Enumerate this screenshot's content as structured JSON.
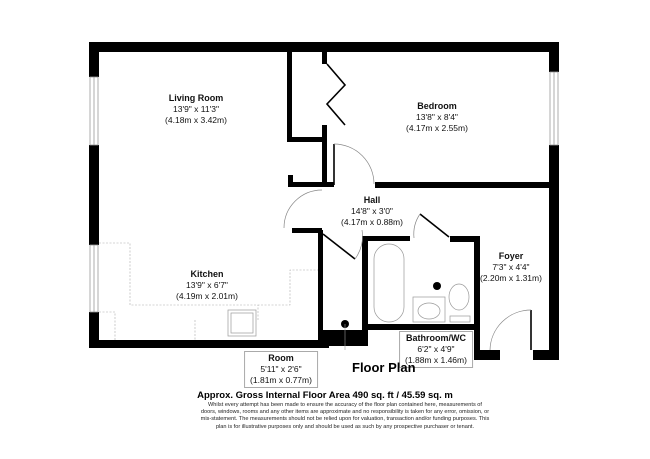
{
  "plan": {
    "title": "Floor Plan",
    "area_text": "Approx. Gross Internal Floor Area 490 sq. ft / 45.59 sq. m",
    "disclaimer": "Whilst every attempt has been made to ensure the accuracy of the floor plan contained here, measurements of doors, windows, rooms and any other items are approximate and no responsibility is taken for any error, omission, or mis-statement. The measurements should not be relied upon for valuation, transaction and/or funding purposes. This plan is for illustrative purposes only and should be used as such by any prospective purchaser or tenant."
  },
  "rooms": {
    "living_room": {
      "name": "Living Room",
      "imperial": "13'9\" x 11'3\"",
      "metric": "(4.18m x 3.42m)"
    },
    "bedroom": {
      "name": "Bedroom",
      "imperial": "13'8\" x 8'4\"",
      "metric": "(4.17m x 2.55m)"
    },
    "hall": {
      "name": "Hall",
      "imperial": "14'8\" x 3'0\"",
      "metric": "(4.17m x 0.88m)"
    },
    "foyer": {
      "name": "Foyer",
      "imperial": "7'3\" x 4'4\"",
      "metric": "(2.20m x 1.31m)"
    },
    "kitchen": {
      "name": "Kitchen",
      "imperial": "13'9\" x 6'7\"",
      "metric": "(4.19m x 2.01m)"
    },
    "bathroom": {
      "name": "Bathroom/WC",
      "imperial": "6'2\" x 4'9\"",
      "metric": "(1.88m x 1.46m)"
    },
    "room": {
      "name": "Room",
      "imperial": "5'11\" x 2'6\"",
      "metric": "(1.81m x 0.77m)"
    }
  },
  "colors": {
    "wall": "#000000",
    "fixture": "#9a9a9a",
    "background": "#ffffff"
  }
}
